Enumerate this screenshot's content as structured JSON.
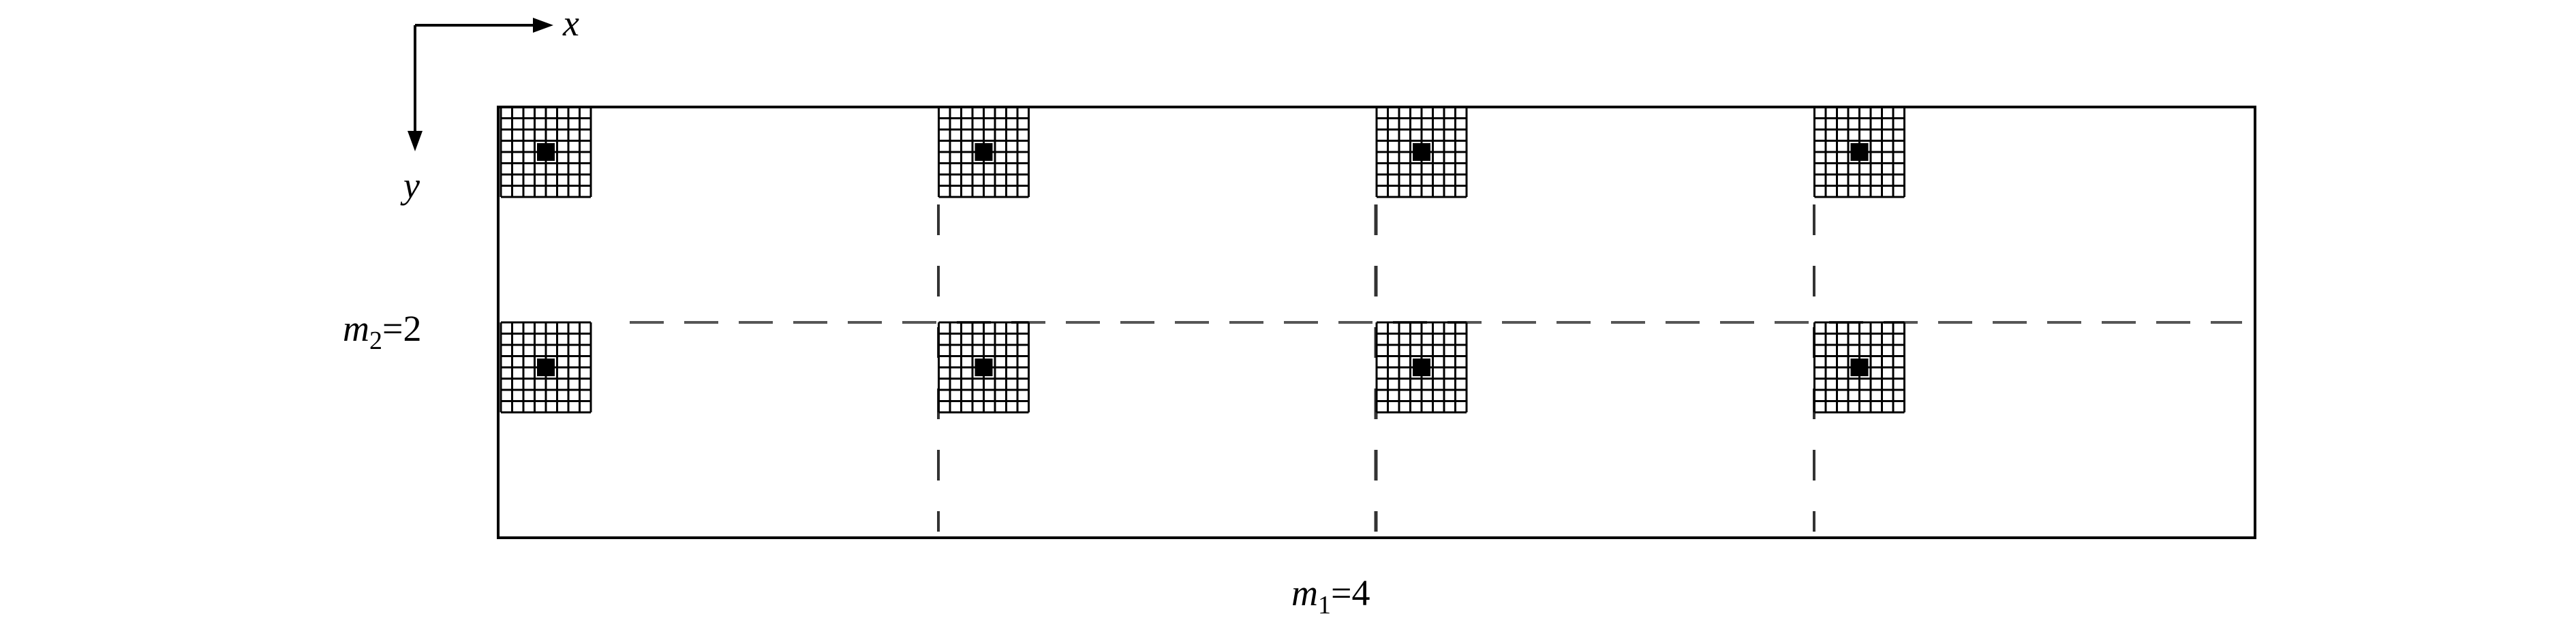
{
  "axes": {
    "x_label": "x",
    "y_label": "y"
  },
  "labels": {
    "m1": {
      "symbol": "m",
      "subscript": "1",
      "equals": "=4"
    },
    "m2": {
      "symbol": "m",
      "subscript": "2",
      "equals": "=2"
    }
  },
  "layout_grid": {
    "columns": 4,
    "rows": 2,
    "mesh_divisions": 8,
    "center_marker": "filled-square"
  }
}
